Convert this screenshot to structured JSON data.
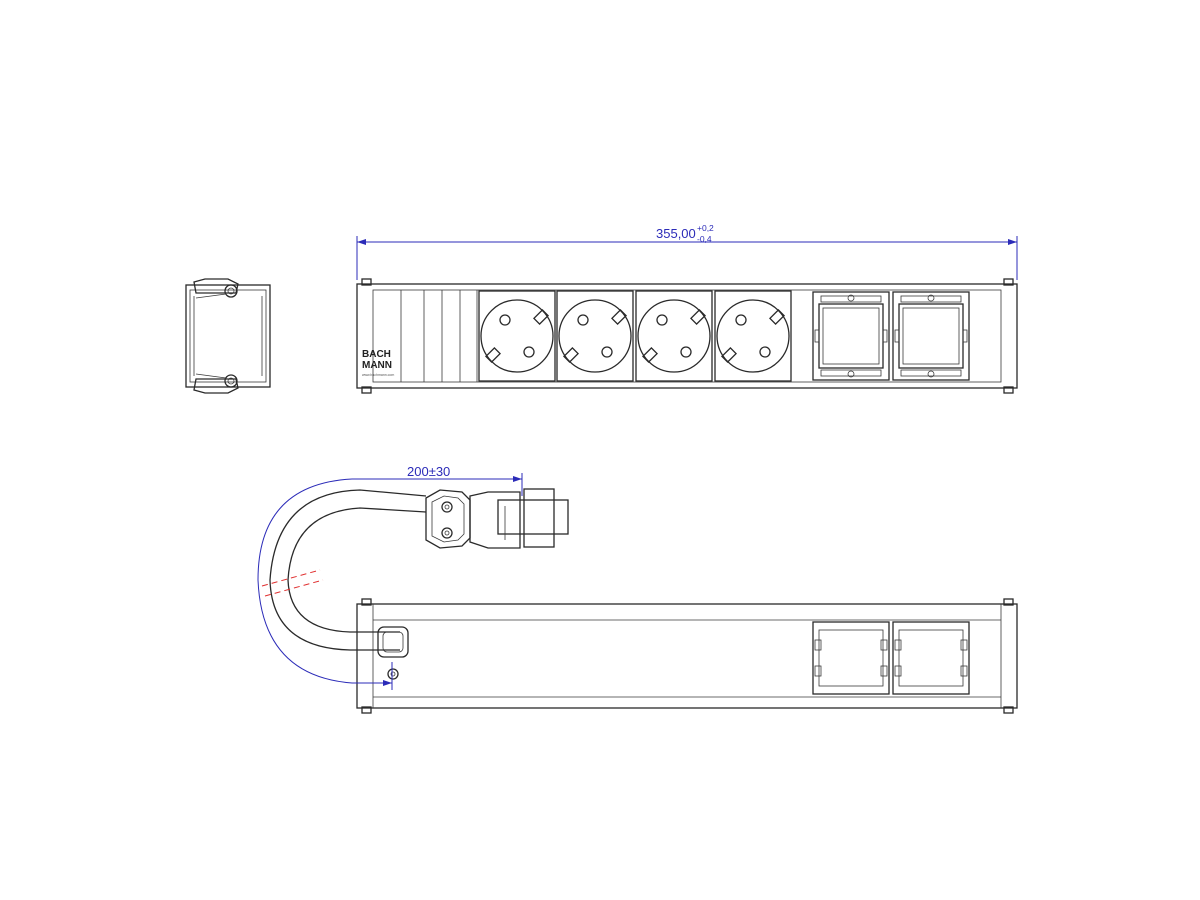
{
  "dimensions": {
    "length": {
      "value": "355,00",
      "tol_plus": "+0,2",
      "tol_minus": "-0,4"
    },
    "cable": {
      "value": "200±30"
    }
  },
  "logo": {
    "line1": "BACH",
    "line2": "MANN",
    "url": "www.bachmann.com"
  },
  "colors": {
    "outline": "#2a2a2a",
    "dimension": "#2b2bb8",
    "cut_mark": "#e03030"
  }
}
